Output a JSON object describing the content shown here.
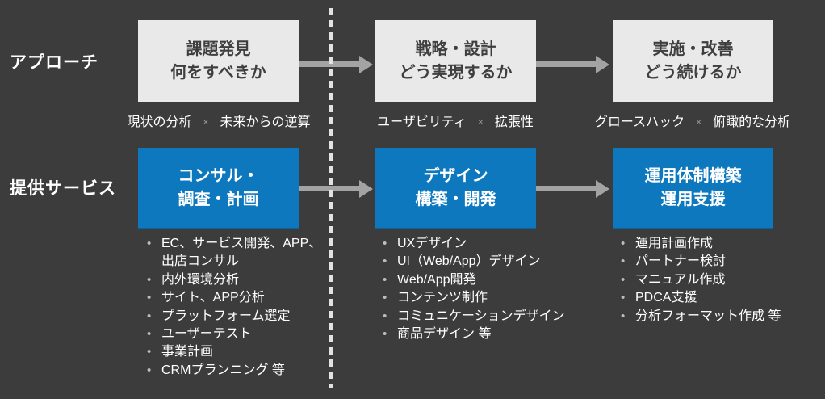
{
  "colors": {
    "background": "#3c3c3c",
    "gray_box": "#e9e9e9",
    "gray_box_text": "#3f3f3f",
    "blue_box": "#0e78be",
    "arrow": "#a3a3a3",
    "dashed_line": "#e2e2e2",
    "text": "#ffffff"
  },
  "rows": {
    "approach": {
      "label": "アプローチ",
      "columns": [
        {
          "box": {
            "line1": "課題発見",
            "line2": "何をすべきか"
          },
          "caption": {
            "left": "現状の分析",
            "sep": "×",
            "right": "未来からの逆算"
          }
        },
        {
          "box": {
            "line1": "戦略・設計",
            "line2": "どう実現するか"
          },
          "caption": {
            "left": "ユーザビリティ",
            "sep": "×",
            "right": "拡張性"
          }
        },
        {
          "box": {
            "line1": "実施・改善",
            "line2": "どう続けるか"
          },
          "caption": {
            "left": "グロースハック",
            "sep": "×",
            "right": "俯瞰的な分析"
          }
        }
      ]
    },
    "services": {
      "label": "提供サービス",
      "columns": [
        {
          "box": {
            "line1": "コンサル・",
            "line2": "調査・計画"
          },
          "bullets": [
            "EC、サービス開発、APP、出店コンサル",
            "内外環境分析",
            "サイト、APP分析",
            "プラットフォーム選定",
            "ユーザーテスト",
            "事業計画",
            "CRMプランニング 等"
          ]
        },
        {
          "box": {
            "line1": "デザイン",
            "line2": "構築・開発"
          },
          "bullets": [
            "UXデザイン",
            "UI（Web/App）デザイン",
            "Web/App開発",
            "コンテンツ制作",
            "コミュニケーションデザイン",
            "商品デザイン 等"
          ]
        },
        {
          "box": {
            "line1": "運用体制構築",
            "line2": "運用支援"
          },
          "bullets": [
            "運用計画作成",
            "パートナー検討",
            "マニュアル作成",
            "PDCA支援",
            "分析フォーマット作成 等"
          ]
        }
      ]
    }
  }
}
